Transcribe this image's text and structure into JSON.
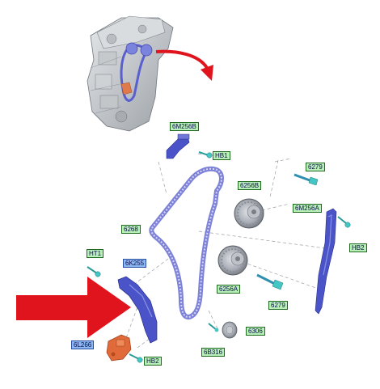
{
  "labels": {
    "l6m256b": "6M256B",
    "hb1": "HB1",
    "l6279_top": "6279",
    "l6256b": "6256B",
    "l6m256a": "6M256A",
    "hb2_right": "HB2",
    "l6268": "6268",
    "ht1": "HT1",
    "l6k255": "6K255",
    "l6256a": "6256A",
    "l6279_bottom": "6279",
    "l6306": "6306",
    "l6b316": "6B316",
    "l6l266": "6L266",
    "hb2_bottom": "HB2"
  },
  "colors": {
    "chain": "#7d82d8",
    "chain_fill": "#b7b8ec",
    "guide": "#4a54c8",
    "part_blue": "#6f78d6",
    "bolt": "#44c6c4",
    "tensioner": "#e06a3a",
    "arrow": "#e0141c",
    "engine": "#b0b4b8",
    "label_green": "#b9f0b9",
    "label_blue": "#8cb8f2"
  }
}
